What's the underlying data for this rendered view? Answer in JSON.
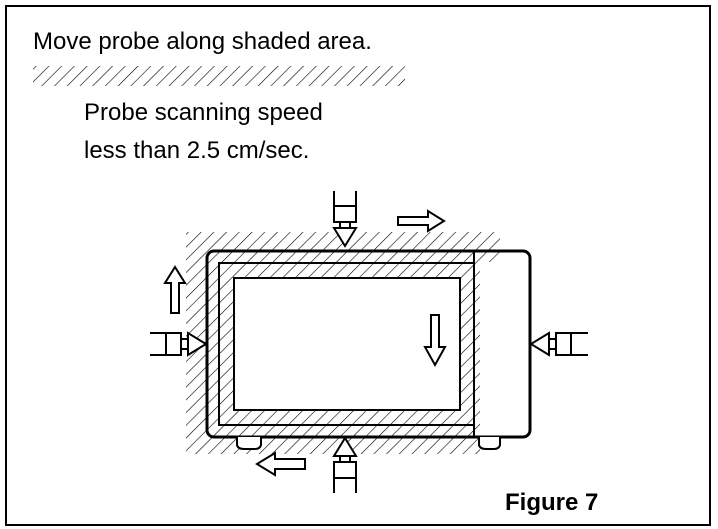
{
  "instruction": "Move probe along shaded area.",
  "speed_note": {
    "line1": "Probe scanning speed",
    "line2": "less than 2.5 cm/sec."
  },
  "figure_label": "Figure 7",
  "colors": {
    "ink": "#000000",
    "background": "#ffffff"
  }
}
